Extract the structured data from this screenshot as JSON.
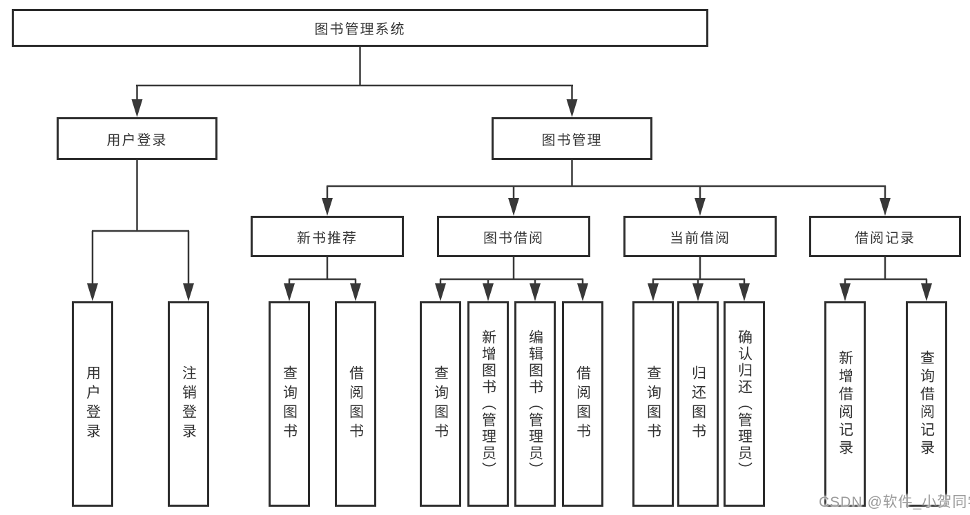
{
  "tree": {
    "root": "图书管理系统",
    "user_login": {
      "label": "用户登录",
      "children": [
        "用户登录",
        "注销登录"
      ]
    },
    "book_management": {
      "label": "图书管理",
      "groups": [
        {
          "label": "新书推荐",
          "children": [
            "查询图书",
            "借阅图书"
          ]
        },
        {
          "label": "图书借阅",
          "children": [
            "查询图书",
            "新增图书（管理员）",
            "编辑图书（管理员）",
            "借阅图书"
          ]
        },
        {
          "label": "当前借阅",
          "children": [
            "查询图书",
            "归还图书",
            "确认归还（管理员）"
          ]
        },
        {
          "label": "借阅记录",
          "children": [
            "新增借阅记录",
            "查询借阅记录"
          ]
        }
      ]
    }
  },
  "watermark": {
    "text": "CSDN @软件_小贺同学"
  },
  "colors": {
    "line": "#383838",
    "box_border": "#2d2d2d",
    "text": "#333333",
    "watermark": "#9b9b9b",
    "background": "#ffffff"
  }
}
